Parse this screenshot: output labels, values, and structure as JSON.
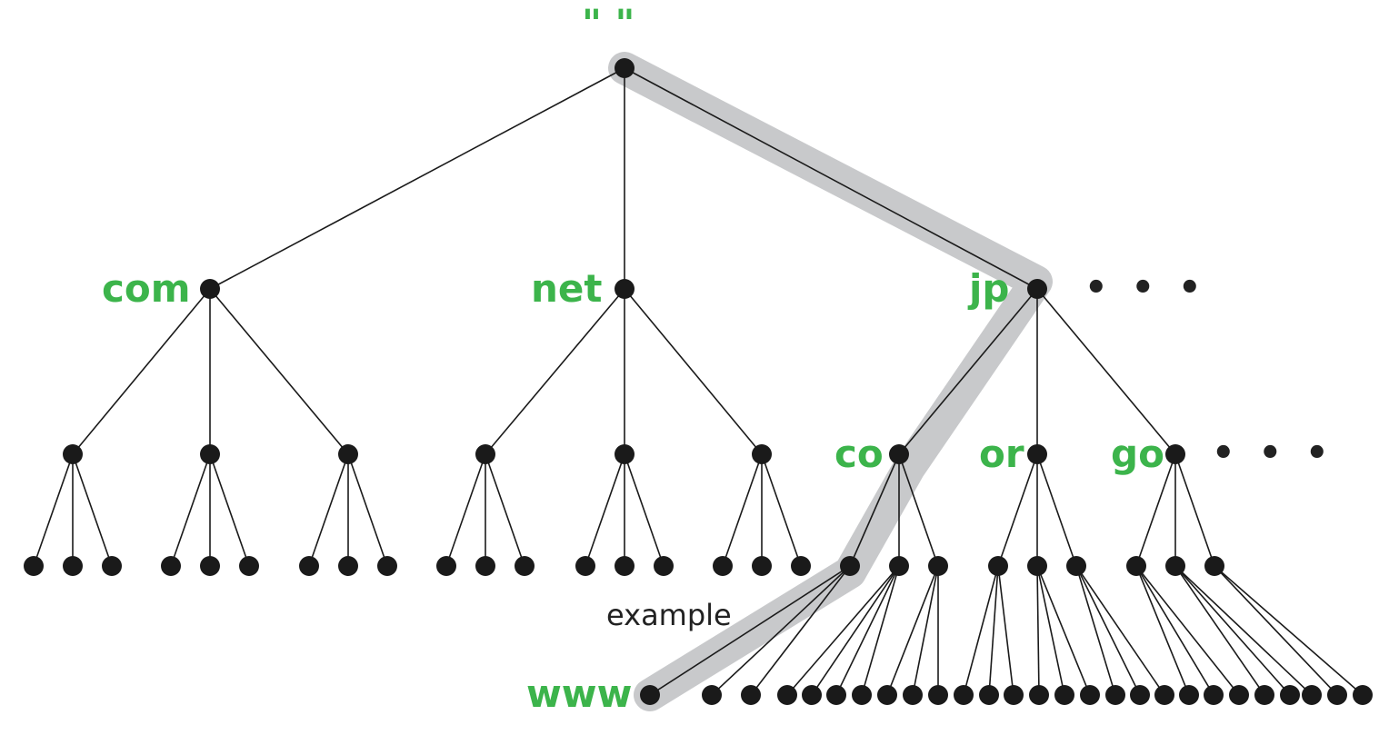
{
  "labels": {
    "root": "\"  \"",
    "com": "com",
    "net": "net",
    "jp": "jp",
    "co": "co",
    "or": "or",
    "go": "go",
    "example": "example",
    "www": "www",
    "ellipsis_tld": "• • •",
    "ellipsis_sld": "• • •"
  },
  "colors": {
    "label": "#3cb44b",
    "node": "#1a1a1a",
    "edge": "#1a1a1a",
    "highlight_path": "#c8c9cb"
  }
}
